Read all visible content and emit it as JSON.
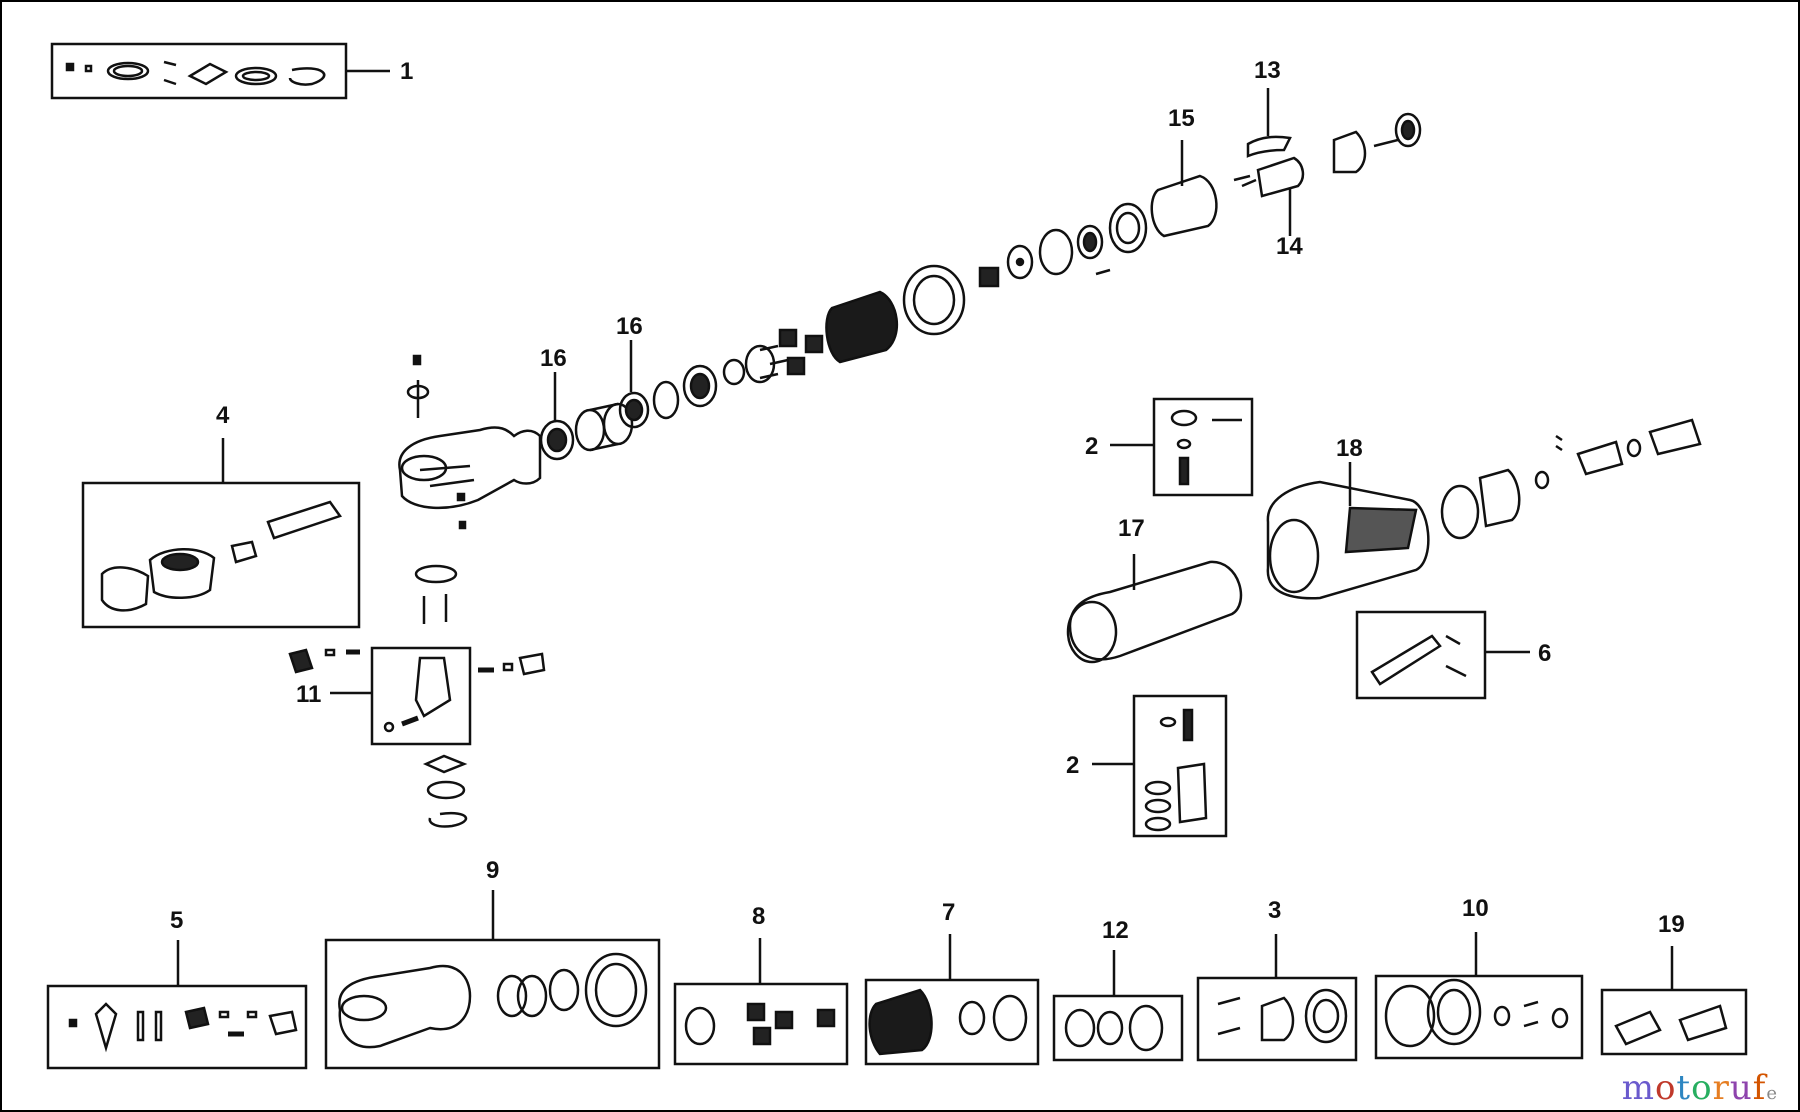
{
  "labels": {
    "n1": "1",
    "n2a": "2",
    "n2b": "2",
    "n3": "3",
    "n4": "4",
    "n5": "5",
    "n6": "6",
    "n7": "7",
    "n8": "8",
    "n9": "9",
    "n10": "10",
    "n11": "11",
    "n12": "12",
    "n13": "13",
    "n14": "14",
    "n15": "15",
    "n16a": "16",
    "n16b": "16",
    "n17": "17",
    "n18": "18",
    "n19": "19"
  },
  "watermark": {
    "text": "motoruf",
    "tail": "e",
    "colors": [
      "#6a5acd",
      "#c0392b",
      "#2e86c1",
      "#27ae60",
      "#e67e22",
      "#8e44ad",
      "#d35400"
    ]
  },
  "colors": {
    "ink": "#111111",
    "frame": "#000000"
  }
}
